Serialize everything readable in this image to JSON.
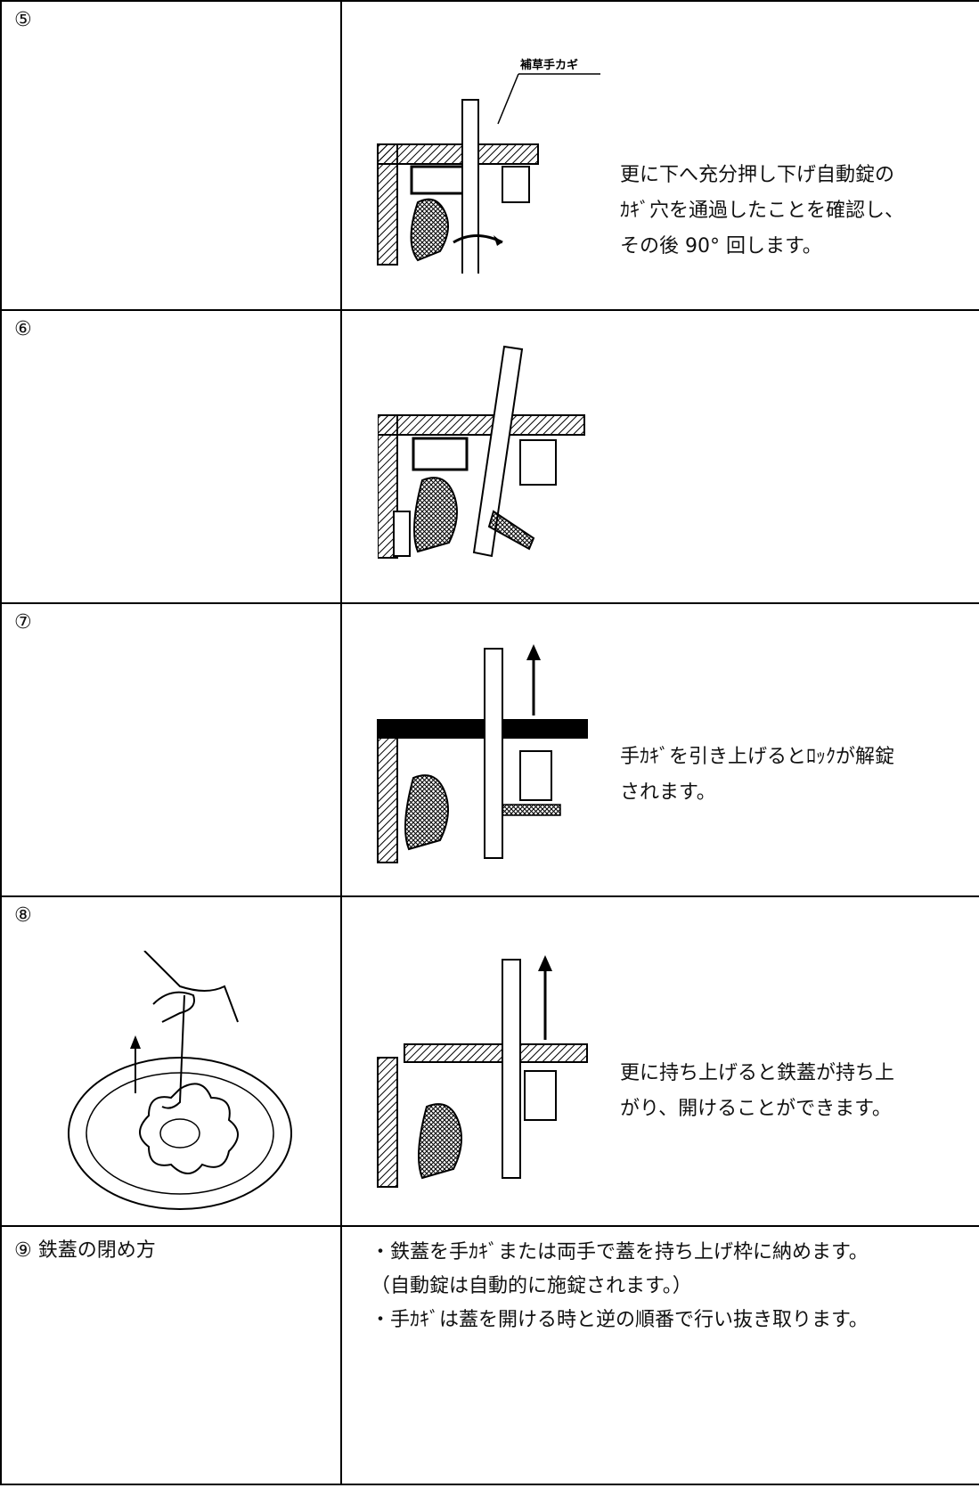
{
  "steps": [
    {
      "number": "⑤",
      "label_callout": "補草手カギ",
      "description": [
        "更に下へ充分押し下げ自動錠の",
        "ｶｷﾞ穴を通過したことを確認し、",
        "その後 90° 回します。"
      ]
    },
    {
      "number": "⑥",
      "description": []
    },
    {
      "number": "⑦",
      "description": [
        "手ｶｷﾞを引き上げるとﾛｯｸが解錠",
        "されます。"
      ]
    },
    {
      "number": "⑧",
      "description": [
        "更に持ち上げると鉄蓋が持ち上",
        "がり、開けることができます。"
      ]
    },
    {
      "number": "⑨",
      "title": "鉄蓋の閉め方",
      "bullets": [
        "・鉄蓋を手ｶｷﾞまたは両手で蓋を持ち上げ枠に納めます。",
        "（自動錠は自動的に施錠されます。）",
        "・手ｶｷﾞは蓋を開ける時と逆の順番で行い抜き取ります。"
      ]
    }
  ],
  "icons": [
    "lock-mechanism-diagram-icon",
    "rotation-arrow-icon",
    "up-arrow-icon",
    "manhole-cover-illustration-icon"
  ]
}
